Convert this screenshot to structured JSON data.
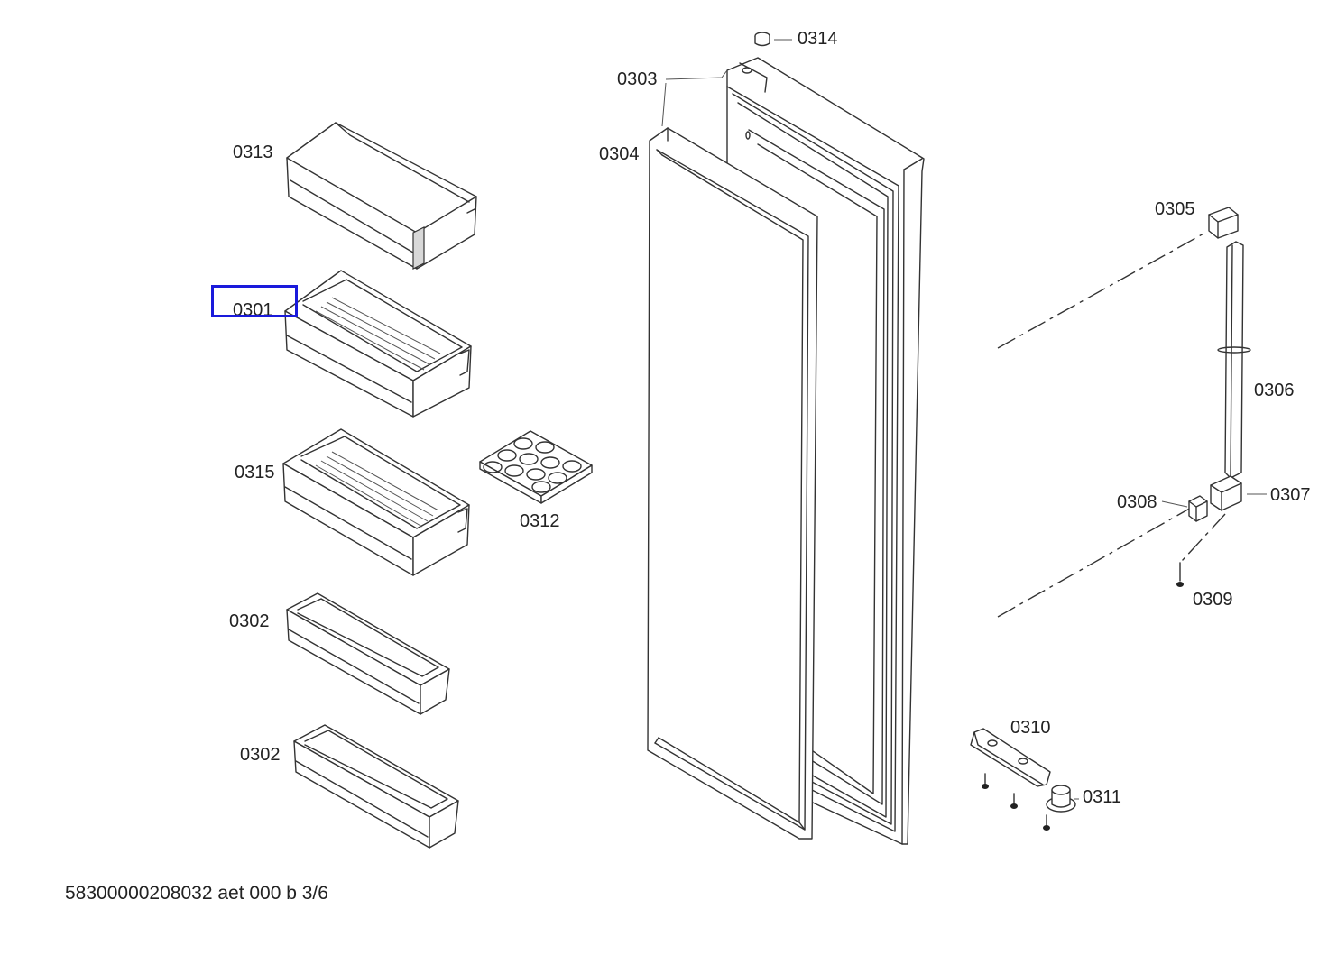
{
  "parts": {
    "p0313": "0313",
    "p0301": "0301",
    "p0315": "0315",
    "p0302a": "0302",
    "p0302b": "0302",
    "p0312": "0312",
    "p0303": "0303",
    "p0304": "0304",
    "p0314": "0314",
    "p0305": "0305",
    "p0306": "0306",
    "p0307": "0307",
    "p0308": "0308",
    "p0309": "0309",
    "p0310": "0310",
    "p0311": "0311"
  },
  "footer": "58300000208032 aet 000 b 3/6",
  "highlight_color": "#1a1adb"
}
